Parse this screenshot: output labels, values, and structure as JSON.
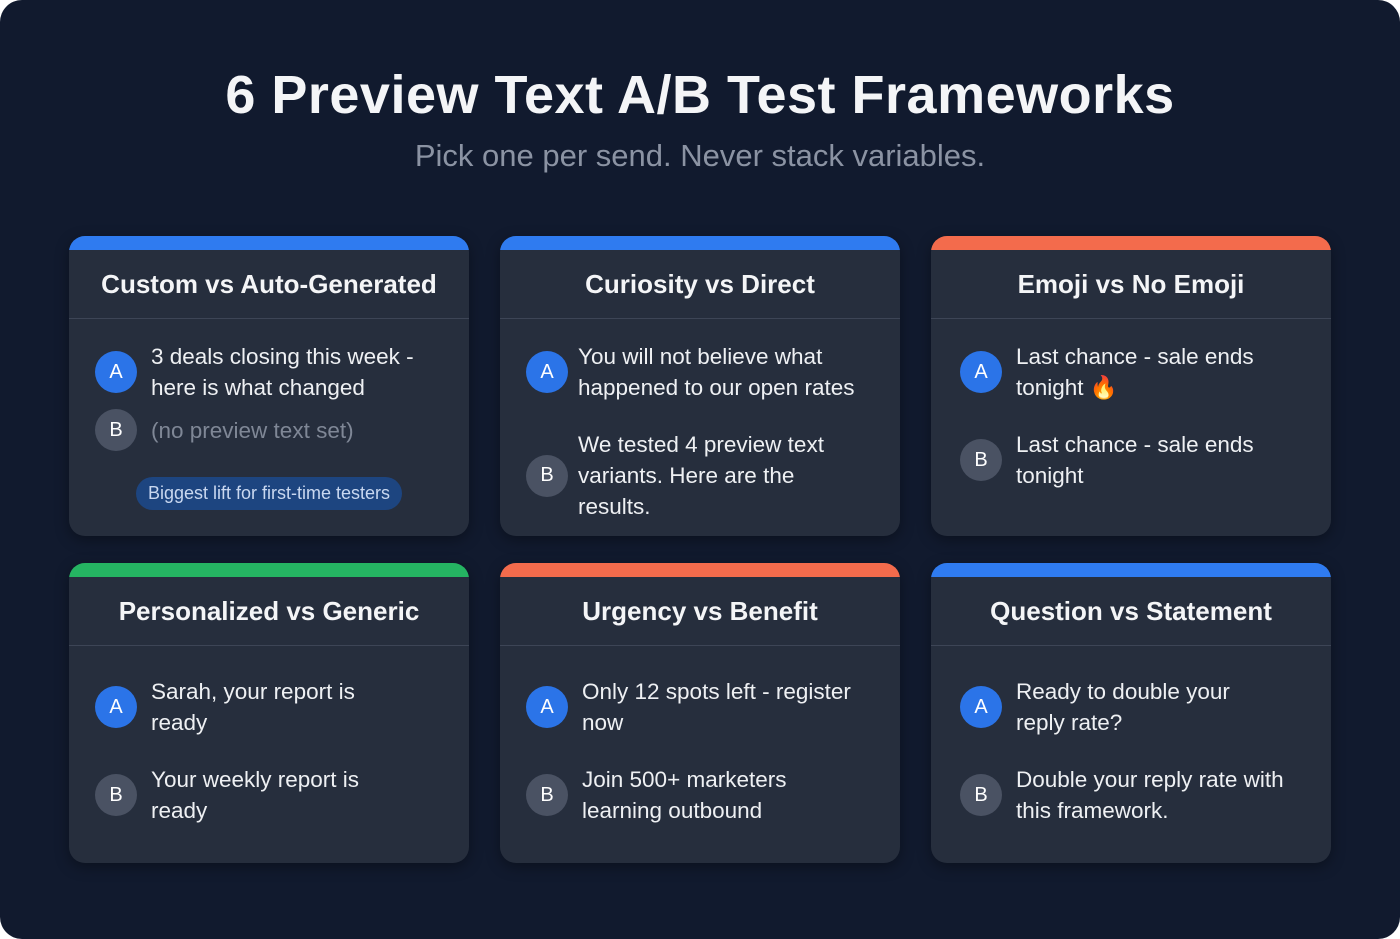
{
  "header": {
    "title": "6 Preview Text A/B Test Frameworks",
    "subtitle": "Pick one per send. Never stack variables."
  },
  "colors": {
    "background": "#111a2e",
    "card": "#262e3d",
    "accent_blue": "#2f7bf0",
    "accent_coral": "#f36b4c",
    "accent_green": "#25b462",
    "badge_a": "#2b74e8",
    "badge_b": "#4a5263"
  },
  "cards": [
    {
      "title": "Custom vs Auto-Generated",
      "accent": "#2f7bf0",
      "a_label": "A",
      "a_text": "3 deals closing this week - here is what changed",
      "b_label": "B",
      "b_text": "(no preview text set)",
      "note": "Biggest lift for first-time testers"
    },
    {
      "title": "Curiosity vs Direct",
      "accent": "#2f7bf0",
      "a_label": "A",
      "a_text": "You will not believe what happened to our open rates",
      "b_label": "B",
      "b_text": "We tested 4 preview text variants. Here are the results."
    },
    {
      "title": "Emoji vs No Emoji",
      "accent": "#f36b4c",
      "a_label": "A",
      "a_text": "Last chance - sale ends tonight 🔥",
      "b_label": "B",
      "b_text": "Last chance - sale ends tonight"
    },
    {
      "title": "Personalized vs Generic",
      "accent": "#25b462",
      "a_label": "A",
      "a_text": "Sarah, your report is ready",
      "b_label": "B",
      "b_text": "Your weekly report is ready"
    },
    {
      "title": "Urgency vs Benefit",
      "accent": "#f36b4c",
      "a_label": "A",
      "a_text": "Only 12 spots left - register now",
      "b_label": "B",
      "b_text": "Join 500+ marketers learning outbound"
    },
    {
      "title": "Question vs Statement",
      "accent": "#2f7bf0",
      "a_label": "A",
      "a_text": "Ready to double your reply rate?",
      "b_label": "B",
      "b_text": "Double your reply rate with this framework."
    }
  ]
}
